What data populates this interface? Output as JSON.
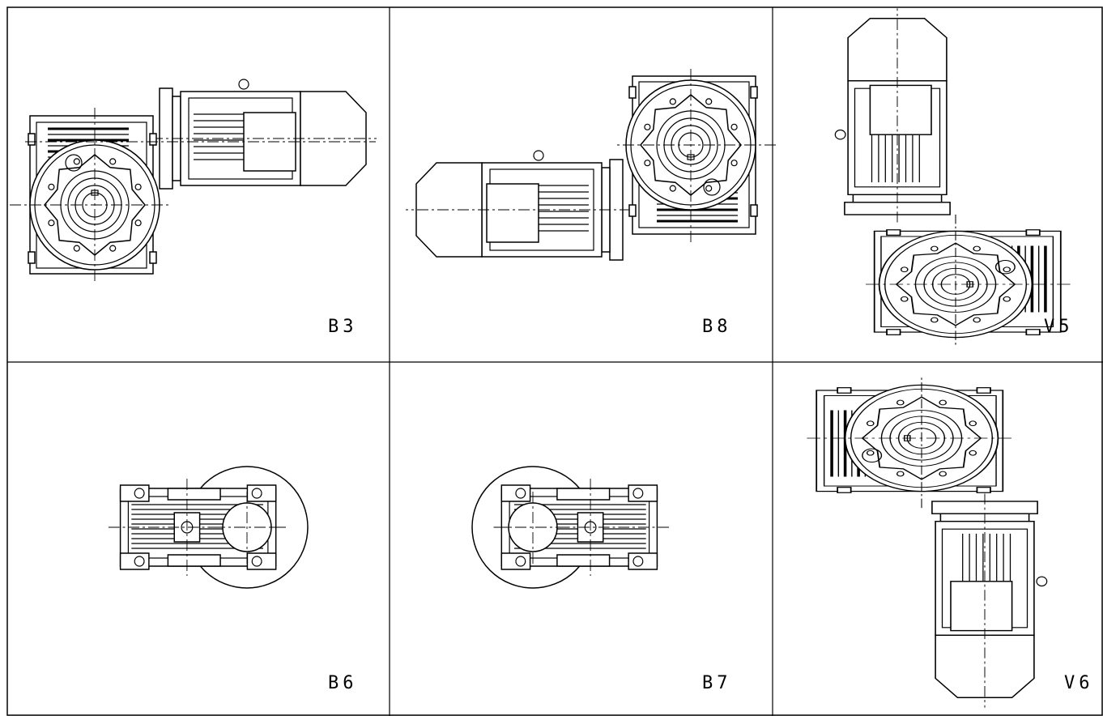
{
  "cells": [
    {
      "id": "b3",
      "label": "B3",
      "view": "front",
      "motor": "right"
    },
    {
      "id": "b8",
      "label": "B8",
      "view": "front",
      "motor": "left"
    },
    {
      "id": "v5",
      "label": "V5",
      "view": "front",
      "motor": "up"
    },
    {
      "id": "b6",
      "label": "B6",
      "view": "top",
      "motor": "right"
    },
    {
      "id": "b7",
      "label": "B7",
      "view": "top",
      "motor": "left"
    },
    {
      "id": "v6",
      "label": "V6",
      "view": "front",
      "motor": "down"
    }
  ]
}
